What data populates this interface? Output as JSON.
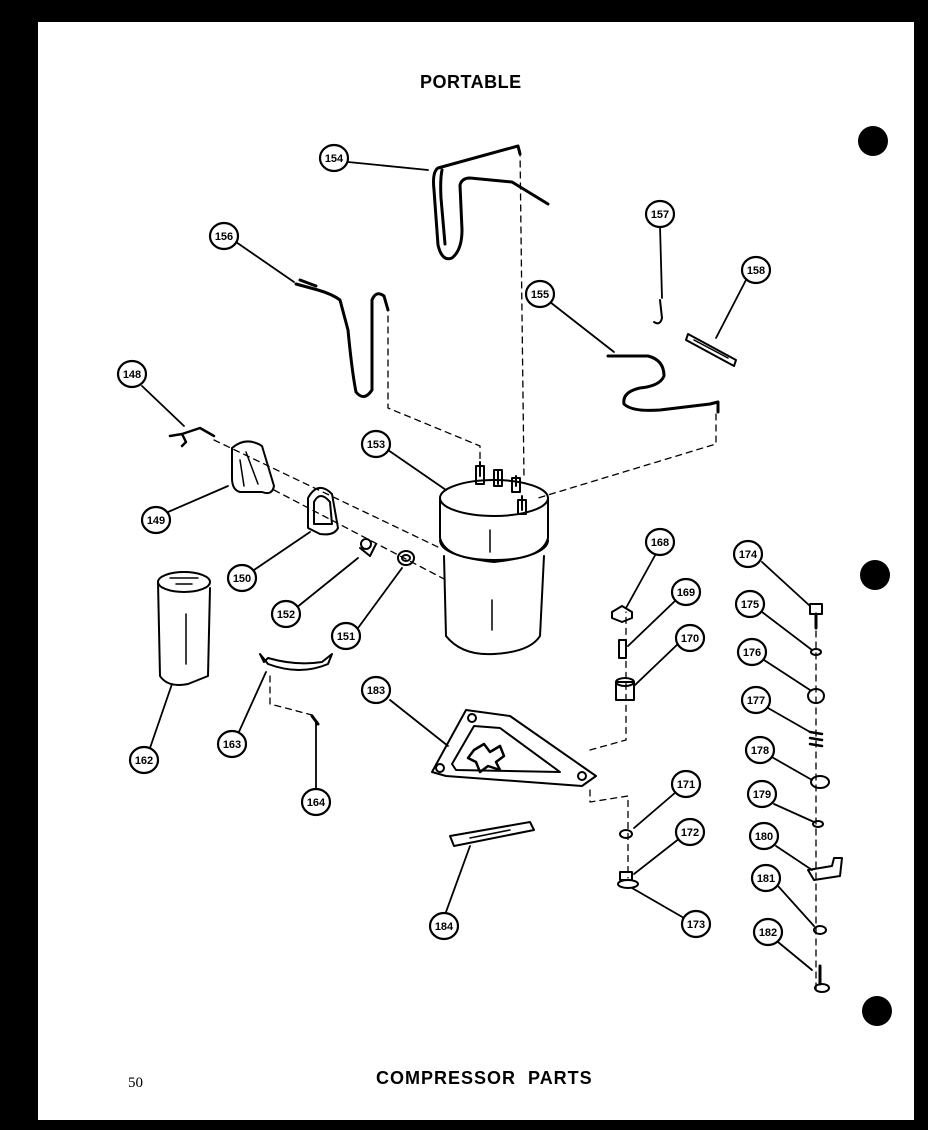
{
  "header": {
    "title": "PORTABLE"
  },
  "footer": {
    "title": "COMPRESSOR PARTS",
    "page_number": "50"
  },
  "callouts": {
    "c148a": "148",
    "c149": "149",
    "c150": "150",
    "c151": "151",
    "c152": "152",
    "c153": "153",
    "c154": "154",
    "c155": "155",
    "c156": "156",
    "c157": "157",
    "c158": "158",
    "c162": "162",
    "c163": "163",
    "c164": "164",
    "c168": "168",
    "c169": "169",
    "c170": "170",
    "c171": "171",
    "c172": "172",
    "c173": "173",
    "c174": "174",
    "c175": "175",
    "c176": "176",
    "c177": "177",
    "c178": "178",
    "c179": "179",
    "c180": "180",
    "c181": "181",
    "c182": "182",
    "c183": "183",
    "c184": "184"
  },
  "colors": {
    "ink": "#000000",
    "paper": "#ffffff",
    "border": "#000000"
  }
}
